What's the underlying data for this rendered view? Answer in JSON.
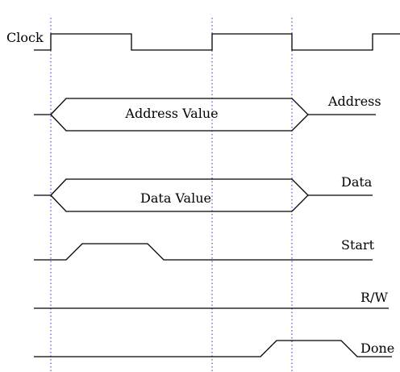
{
  "diagram": {
    "signals": {
      "clock": "Clock",
      "address": "Address",
      "data": "Data",
      "start": "Start",
      "rw": "R/W",
      "done": "Done"
    },
    "bus_values": {
      "address": "Address Value",
      "data": "Data Value"
    },
    "colors": {
      "background": "#ffffff",
      "waveform": "#000000",
      "clock_edge_guides": "#2233cc"
    }
  }
}
